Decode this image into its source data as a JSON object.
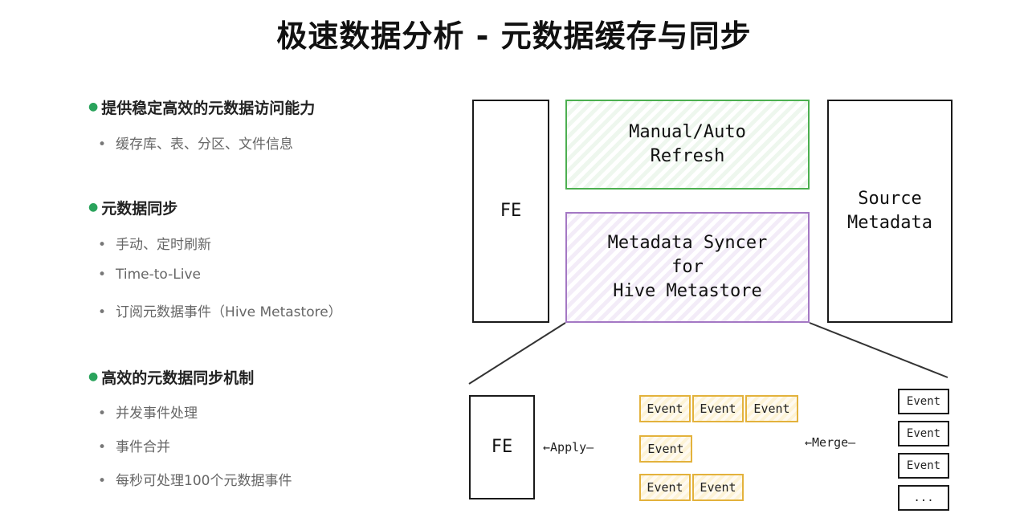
{
  "title": "极速数据分析 - 元数据缓存与同步",
  "sections": [
    {
      "heading": "提供稳定高效的元数据访问能力",
      "items": [
        "缓存库、表、分区、文件信息"
      ]
    },
    {
      "heading": "元数据同步",
      "items": [
        "手动、定时刷新",
        "Time-to-Live",
        "订阅元数据事件（Hive Metastore）"
      ]
    },
    {
      "heading": "高效的元数据同步机制",
      "items": [
        "并发事件处理",
        "事件合并",
        "每秒可处理100个元数据事件"
      ]
    }
  ],
  "diagram": {
    "fe_top": "FE",
    "refresh": "Manual/Auto\nRefresh",
    "syncer": "Metadata Syncer\nfor\nHive Metastore",
    "source": "Source\nMetadata",
    "fe_bottom": "FE",
    "apply_label": "←Apply—",
    "merge_label": "←Merge—",
    "event_label": "Event",
    "ellipsis": "...",
    "colors": {
      "refresh_border": "#4caf50",
      "syncer_border": "#a478c4",
      "event_border": "#e3b23c",
      "bullet": "#2aa35c"
    }
  }
}
